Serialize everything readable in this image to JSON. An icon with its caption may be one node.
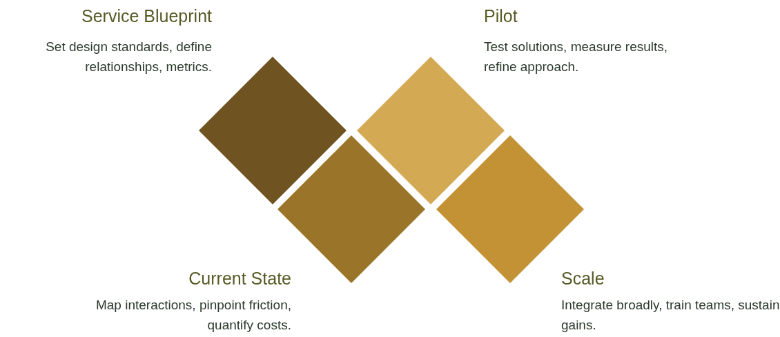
{
  "diagram": {
    "nodes": [
      {
        "text": [],
        "shape": "diamond",
        "beside": [
          "Service Blueprint",
          "Set design standards, define relationships, metrics."
        ]
      },
      {
        "text": [],
        "shape": "diamond",
        "beside": [
          "Current State",
          "Map interactions, pinpoint friction, quantify costs."
        ]
      },
      {
        "text": [],
        "shape": "diamond",
        "beside": [
          "Pilot",
          "Test solutions, measure results, refine approach."
        ]
      },
      {
        "text": [],
        "shape": "diamond",
        "beside": [
          "Scale",
          "Integrate broadly, train teams, sustain gains."
        ]
      }
    ]
  }
}
